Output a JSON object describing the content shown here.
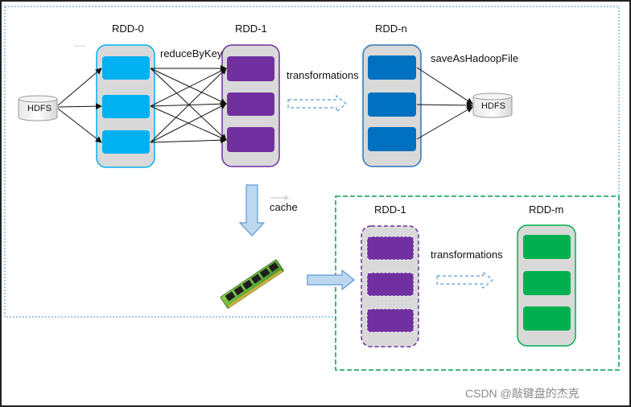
{
  "labels": {
    "rdd0": "RDD-0",
    "rdd1_top": "RDD-1",
    "rddn": "RDD-n",
    "rdd1_bottom": "RDD-1",
    "rddm": "RDD-m",
    "reduce": "reduceByKey",
    "transformations_top": "transformations",
    "save": "saveAsHadoopFile",
    "hdfs_in": "HDFS",
    "hdfs_out": "HDFS",
    "cache": "cache",
    "transformations_bottom": "transformations"
  },
  "watermark": "CSDN @敲键盘的杰克",
  "colors": {
    "blue_partition": "#00B0F0",
    "blue_border": "#00B0F0",
    "purple_partition": "#7030A0",
    "purple_border": "#7030A0",
    "darkblue_partition": "#0070C0",
    "darkblue_border": "#2E75B6",
    "green_partition": "#00B050",
    "green_border": "#00B050",
    "rdd_fill": "#D9D9D9",
    "region_blue_dotted": "#3A9AD9",
    "region_green_dashed": "#00A050",
    "big_arrow_fill": "#BDD7EE",
    "big_arrow_stroke": "#5B9BD5"
  },
  "icons": [
    "hdfs-cylinder-icon",
    "memory-stick-icon",
    "down-arrow-icon",
    "right-arrow-icon",
    "dashed-arrow-icon"
  ]
}
